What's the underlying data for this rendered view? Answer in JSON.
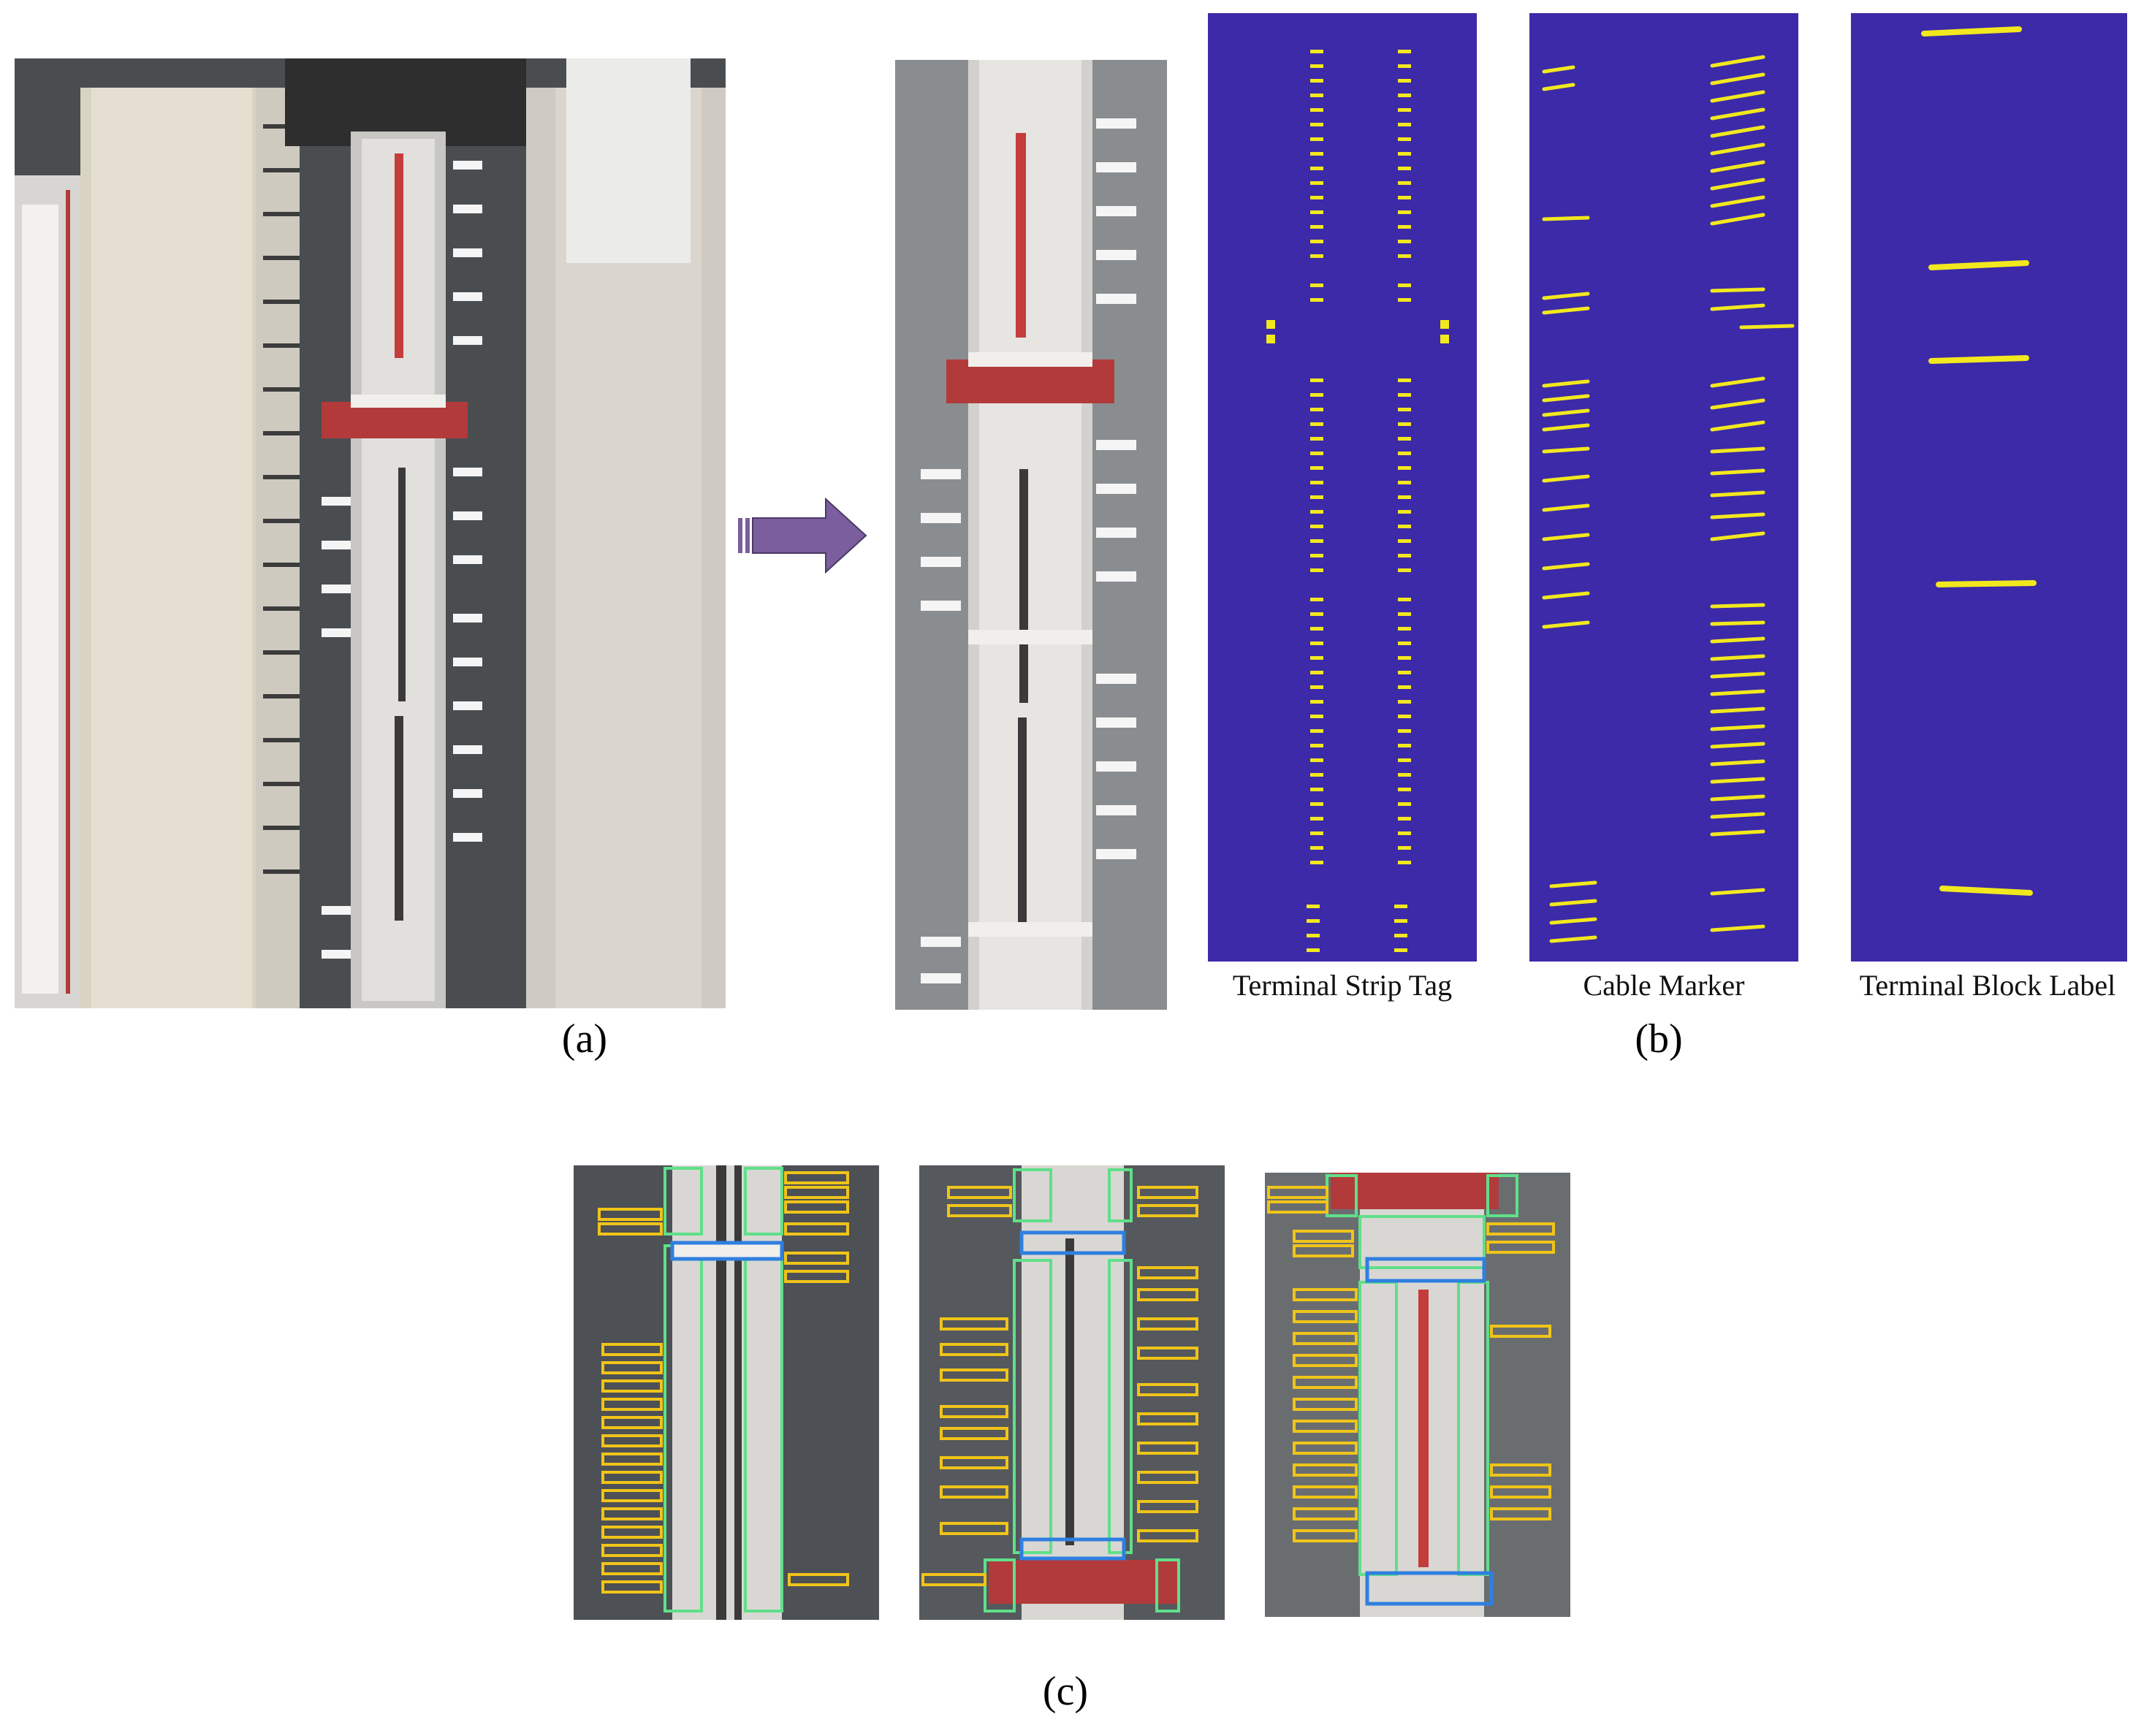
{
  "figure": {
    "panel_labels": {
      "a": "(a)",
      "b": "(b)",
      "c": "(c)"
    },
    "mask_captions": [
      "Terminal Strip Tag",
      "Cable Marker",
      "Terminal Block Label"
    ],
    "colors": {
      "mask_background": "#3c2aa8",
      "mask_foreground": "#f2e81e",
      "arrow_fill": "#7b5e9e",
      "detection_strip_tag": "#5fe08a",
      "detection_cable_marker": "#f0c419",
      "detection_block_label": "#2f7fe0"
    },
    "images": [
      {
        "name": "cabinet-photo",
        "description": "terminal cabinet photo"
      },
      {
        "name": "cropped-terminal-strip",
        "description": "cropped terminal strip"
      },
      {
        "name": "mask-terminal-strip-tag"
      },
      {
        "name": "mask-cable-marker"
      },
      {
        "name": "mask-terminal-block-label"
      },
      {
        "name": "detection-result-1"
      },
      {
        "name": "detection-result-2"
      },
      {
        "name": "detection-result-3"
      }
    ]
  }
}
